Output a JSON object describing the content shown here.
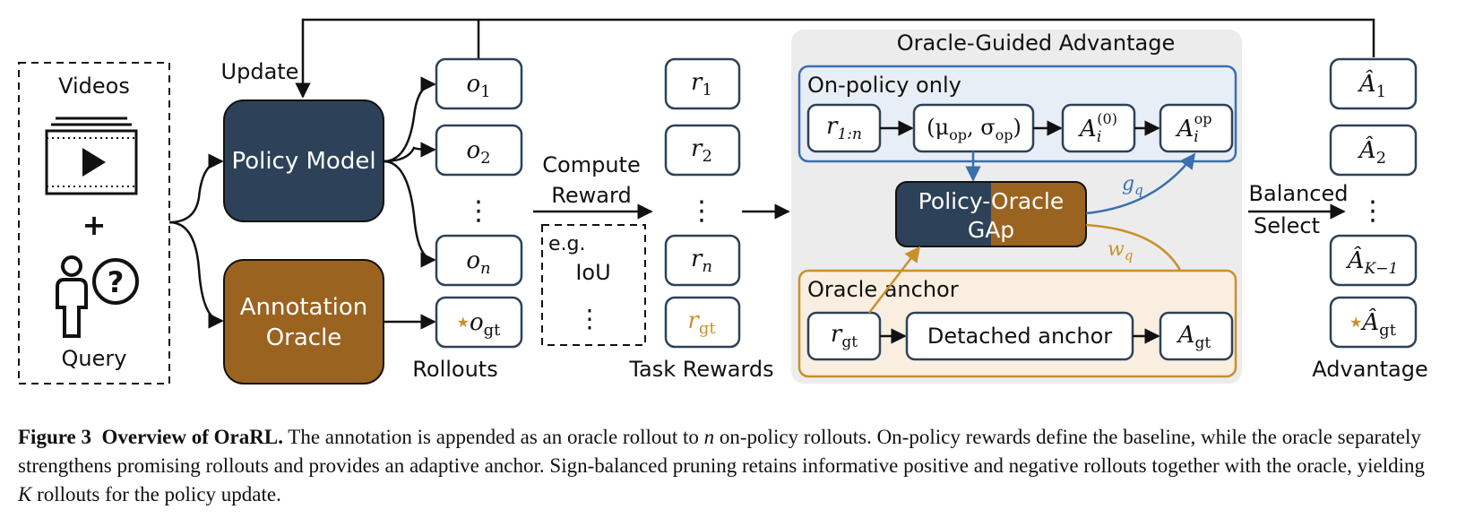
{
  "colors": {
    "navy": "#2d4258",
    "brown": "#9a6320",
    "blue_border": "#3a6fb0",
    "blue_fill": "#e8eef6",
    "orange_border": "#c8902e",
    "orange_fill": "#f9eedf",
    "gray_fill": "#ececec",
    "star": "#c8902e"
  },
  "inputs": {
    "videos_label": "Videos",
    "plus": "+",
    "query_label": "Query",
    "update_label": "Update"
  },
  "models": {
    "policy": "Policy Model",
    "oracle_line1": "Annotation",
    "oracle_line2": "Oracle"
  },
  "rollouts": {
    "items": [
      "o",
      "o",
      "o"
    ],
    "subs": [
      "1",
      "2",
      "n"
    ],
    "dots": "⋮",
    "star": "★",
    "gt_symbol": "o",
    "gt_sub": "gt",
    "label": "Rollouts"
  },
  "reward": {
    "compute_line1": "Compute",
    "compute_line2": "Reward",
    "eg": "e.g.",
    "iou": "IoU",
    "dots": "⋮"
  },
  "task_rewards": {
    "symbol": "r",
    "subs": [
      "1",
      "2",
      "n"
    ],
    "dots": "⋮",
    "gt_sub": "gt",
    "label": "Task Rewards"
  },
  "advantage_panel": {
    "title": "Oracle-Guided Advantage",
    "on_policy_title": "On-policy only",
    "r_sub": "1:n",
    "mu_sigma": "(μ",
    "op": "op",
    "sigma": ", σ",
    "a0_sup": "(0)",
    "a_sub": "i",
    "aop_sup": "op",
    "gap_line1": "Policy-Oracle",
    "gap_line2": "GAp",
    "g_q": "g",
    "w_q": "w",
    "q": "q",
    "oracle_anchor_title": "Oracle anchor",
    "r_gt_sub": "gt",
    "detached": "Detached anchor",
    "a_gt_sub": "gt"
  },
  "select": {
    "line1": "Balanced",
    "line2": "Select"
  },
  "advantages": {
    "symbol": "Â",
    "subs": [
      "1",
      "2",
      "K−1"
    ],
    "dots": "⋮",
    "star": "★",
    "gt_sub": "gt",
    "label": "Advantage"
  },
  "caption": {
    "fig": "Figure 3",
    "title": "Overview of OraRL.",
    "text1": " The annotation is appended as an oracle rollout to ",
    "n": "n",
    "text2": " on-policy rollouts. On-policy rewards define the baseline, while the oracle separately strengthens promising rollouts and provides an adaptive anchor. Sign-balanced pruning retains informative positive and negative rollouts together with the oracle, yielding ",
    "K": "K",
    "text3": " rollouts for the policy update."
  }
}
